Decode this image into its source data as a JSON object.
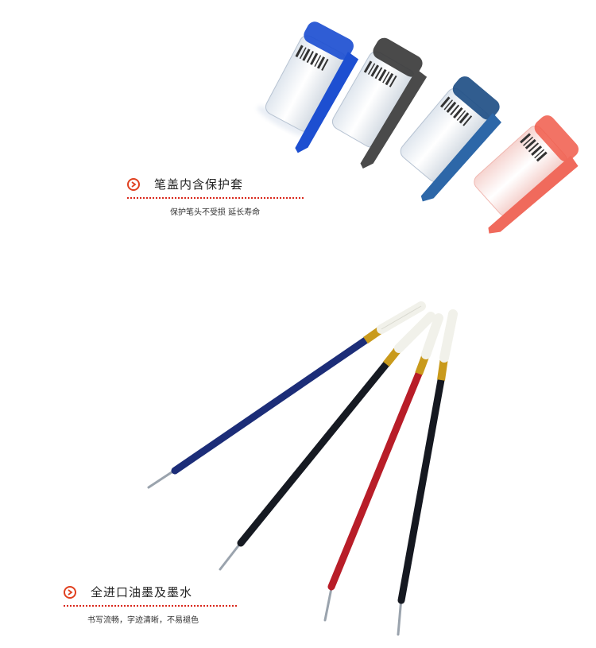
{
  "features": [
    {
      "title": "笔盖内含保护套",
      "subtitle": "保护笔头不受损  延长寿命",
      "accent": "#e0401f"
    },
    {
      "title": "全进口油墨及墨水",
      "subtitle": "书写流畅，字迹清晰，不易褪色",
      "accent": "#e0401f"
    }
  ],
  "caps": [
    {
      "name": "blue-cap",
      "color": "#1d4fd1"
    },
    {
      "name": "black-cap",
      "color": "#3b3b3b"
    },
    {
      "name": "navy-cap",
      "color": "#1f4f86"
    },
    {
      "name": "red-cap",
      "color": "#f05a4a"
    }
  ],
  "refills": [
    {
      "name": "blue-refill",
      "color": "#1c2d78"
    },
    {
      "name": "black-refill",
      "color": "#161a22"
    },
    {
      "name": "red-refill",
      "color": "#b81d28"
    },
    {
      "name": "black-refill-2",
      "color": "#151820"
    }
  ]
}
